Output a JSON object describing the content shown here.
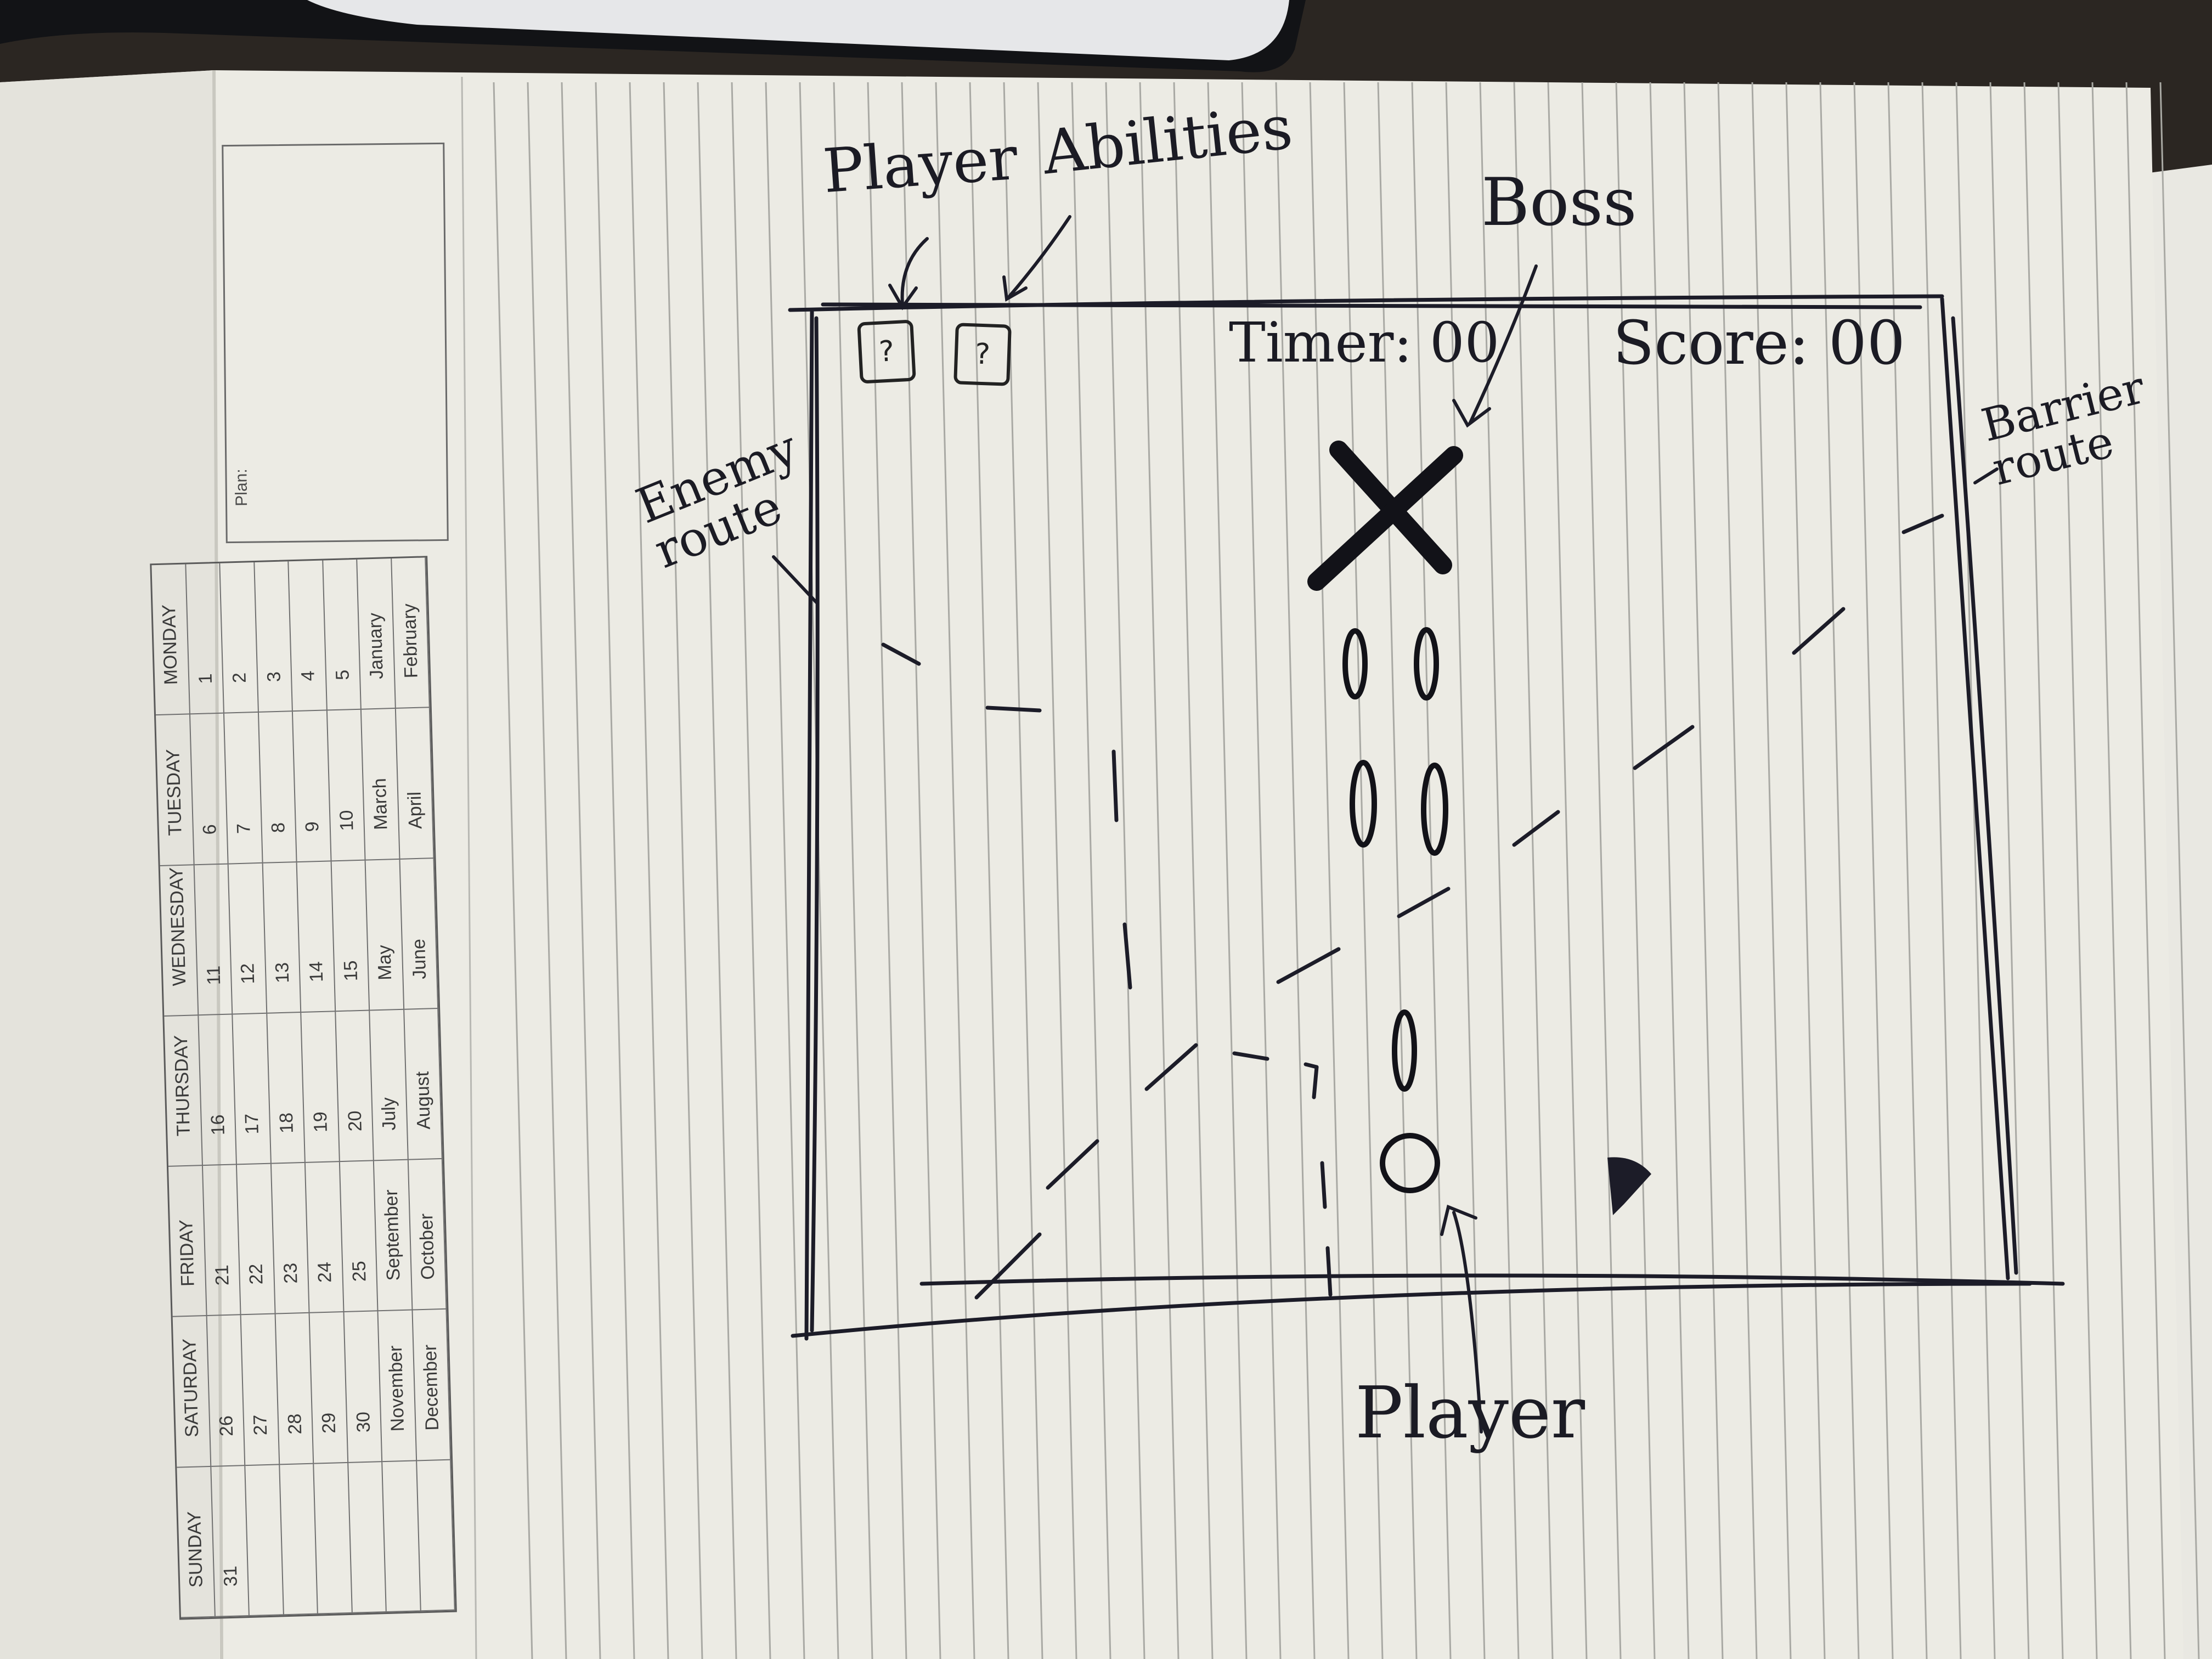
{
  "planner": {
    "plan_label": "Plan:",
    "weekdays": [
      "MONDAY",
      "TUESDAY",
      "WEDNESDAY",
      "THURSDAY",
      "FRIDAY",
      "SATURDAY",
      "SUNDAY"
    ],
    "day_rows": [
      [
        "1",
        "2",
        "3",
        "4",
        "5"
      ],
      [
        "6",
        "7",
        "8",
        "9",
        "10"
      ],
      [
        "11",
        "12",
        "13",
        "14",
        "15"
      ],
      [
        "16",
        "17",
        "18",
        "19",
        "20"
      ],
      [
        "21",
        "22",
        "23",
        "24",
        "25"
      ],
      [
        "26",
        "27",
        "28",
        "29",
        "30"
      ],
      [
        "31",
        "",
        "",
        "",
        ""
      ]
    ],
    "months_left": [
      "January",
      "March",
      "May",
      "July",
      "September",
      "November"
    ],
    "months_right": [
      "February",
      "April",
      "June",
      "August",
      "October",
      "December"
    ]
  },
  "sketch": {
    "annotations": {
      "player_top": "Player",
      "abilities": "Abilities",
      "boss": "Boss",
      "enemy_route": "Enemy route",
      "barrier_route": "Barrier route",
      "player_bottom": "Player"
    },
    "hud": {
      "ability_slot_1": "?",
      "ability_slot_2": "?",
      "timer_label": "Timer:",
      "timer_value": "00",
      "score_label": "Score:",
      "score_value": "00"
    }
  }
}
